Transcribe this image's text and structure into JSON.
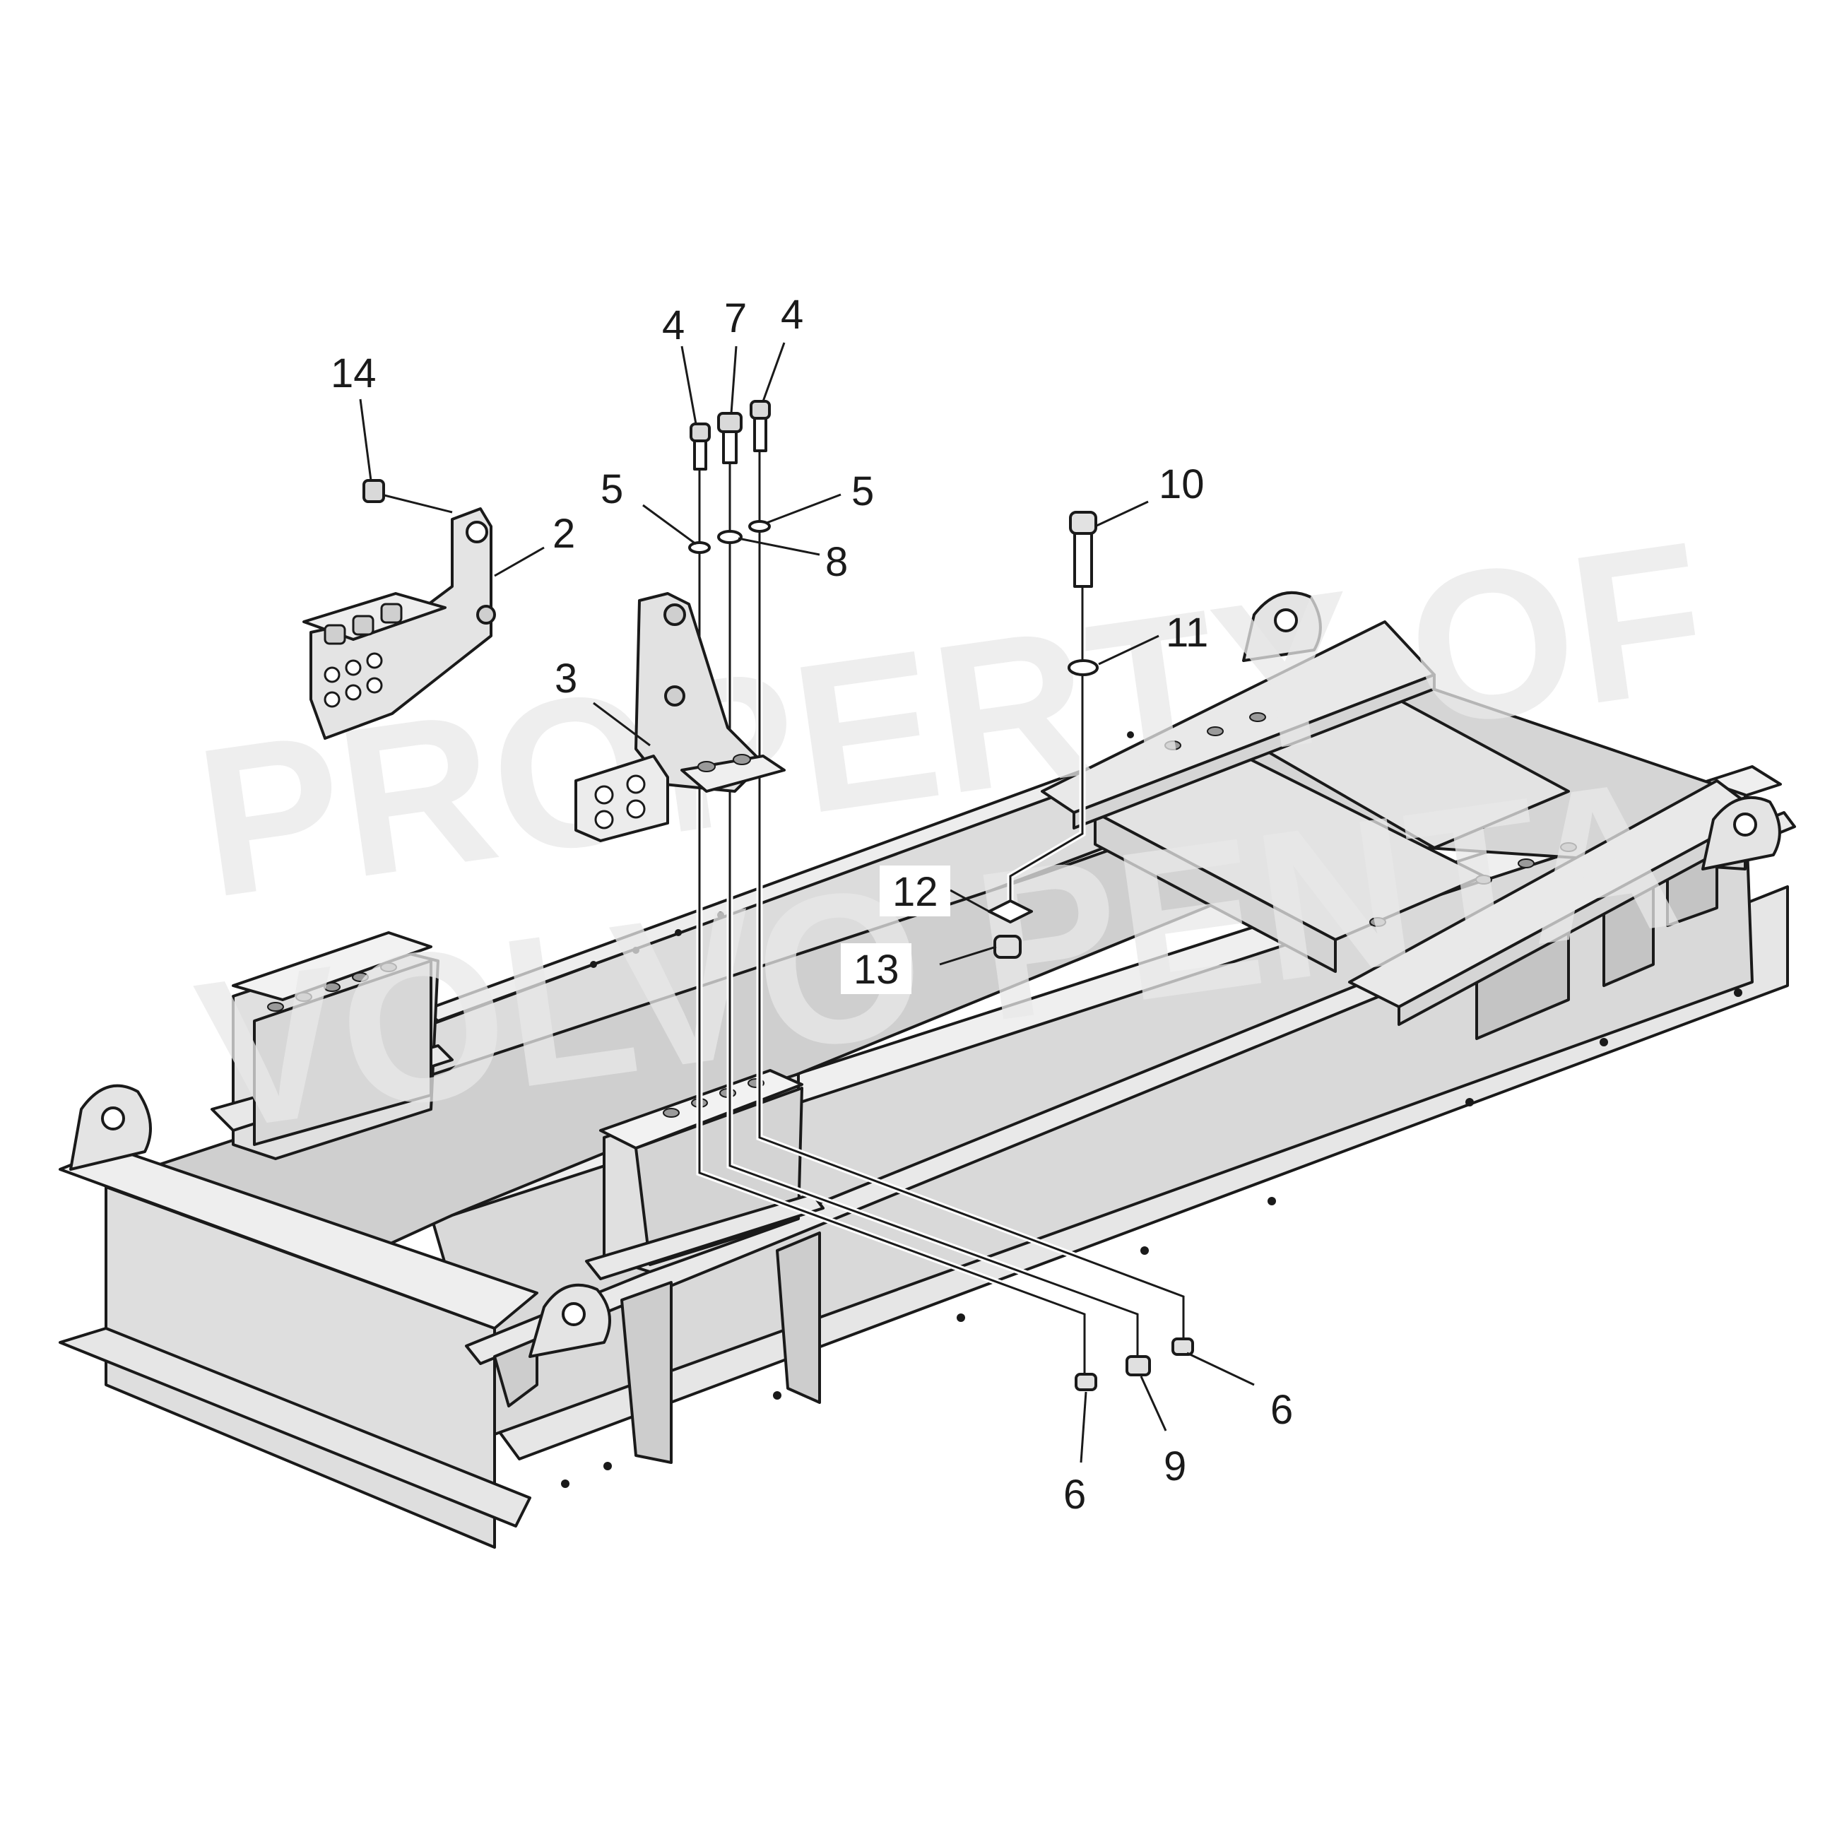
{
  "watermark": {
    "line1": "PROPERTY OF",
    "line2": "VOLVO PENTA"
  },
  "callouts": {
    "c14": "14",
    "c2": "2",
    "c4a": "4",
    "c7": "7",
    "c4b": "4",
    "c5a": "5",
    "c5b": "5",
    "c8": "8",
    "c3": "3",
    "c10": "10",
    "c11": "11",
    "c12": "12",
    "c13": "13",
    "c6a": "6",
    "c9": "9",
    "c6b": "6"
  },
  "colors": {
    "metal_light": "#ececec",
    "metal_mid": "#d8d8d8",
    "metal_dark": "#bdbdbd",
    "outline": "#1a1a1a"
  }
}
